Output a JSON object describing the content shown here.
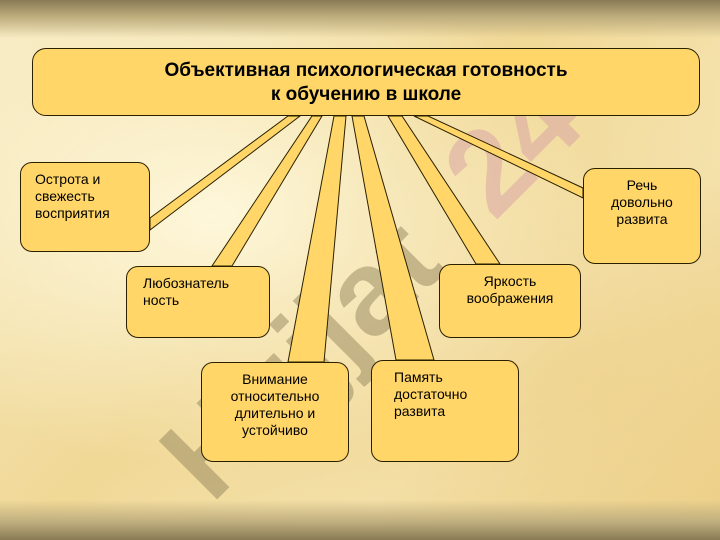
{
  "diagram": {
    "title": "Объективная психологическая готовность\nк обучению в школе",
    "nodes": [
      {
        "id": "ostrota",
        "label": "Острота и\nсвежесть\nвосприятия"
      },
      {
        "id": "lyubo",
        "label": "Любознатель\nность"
      },
      {
        "id": "vnim",
        "label": "Внимание\nотносительно\nдлительно и\nустойчиво"
      },
      {
        "id": "pamyat",
        "label": "Память\nдостаточно\nразвита"
      },
      {
        "id": "yarkost",
        "label": "Яркость\nвоображения"
      },
      {
        "id": "rech",
        "label": "Речь\nдовольно\nразвита"
      }
    ],
    "edges": [
      {
        "from": "title",
        "to": "ostrota"
      },
      {
        "from": "title",
        "to": "lyubo"
      },
      {
        "from": "title",
        "to": "vnim"
      },
      {
        "from": "title",
        "to": "pamyat"
      },
      {
        "from": "title",
        "to": "yarkost"
      },
      {
        "from": "title",
        "to": "rech"
      }
    ],
    "colors": {
      "box_fill": "#ffd667",
      "box_border": "#2a2000",
      "connector_fill": "#ffd667",
      "watermark_pink": "#d59aa5",
      "watermark_gray": "#8a7c55"
    },
    "watermark": "Hujjat24"
  }
}
